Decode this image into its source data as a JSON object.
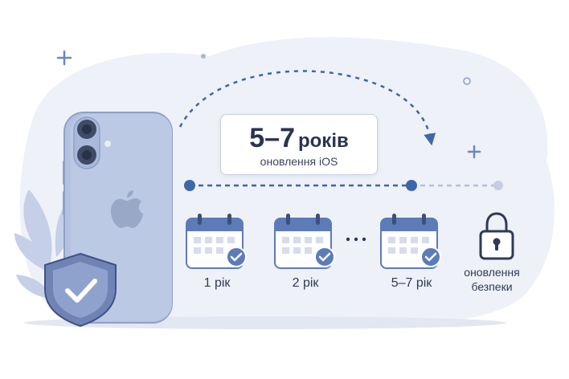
{
  "headline": {
    "number": "5–7",
    "unit": "років",
    "subtitle": "оновлення iOS"
  },
  "timeline": {
    "steps": [
      {
        "label": "1 рік",
        "icon": "calendar-check-icon"
      },
      {
        "label": "2 рік",
        "icon": "calendar-check-icon"
      },
      {
        "label": "5–7 рік",
        "icon": "calendar-check-icon"
      }
    ],
    "ellipsis": "...",
    "security": {
      "label": "оновлення безпеки",
      "icon": "padlock-icon"
    }
  },
  "colors": {
    "accent": "#3e66a8",
    "phone_body": "#b9c6e2",
    "calendar_header": "#5d7bb8",
    "background_blob": "#eef1f8",
    "text": "#2f3a55"
  }
}
